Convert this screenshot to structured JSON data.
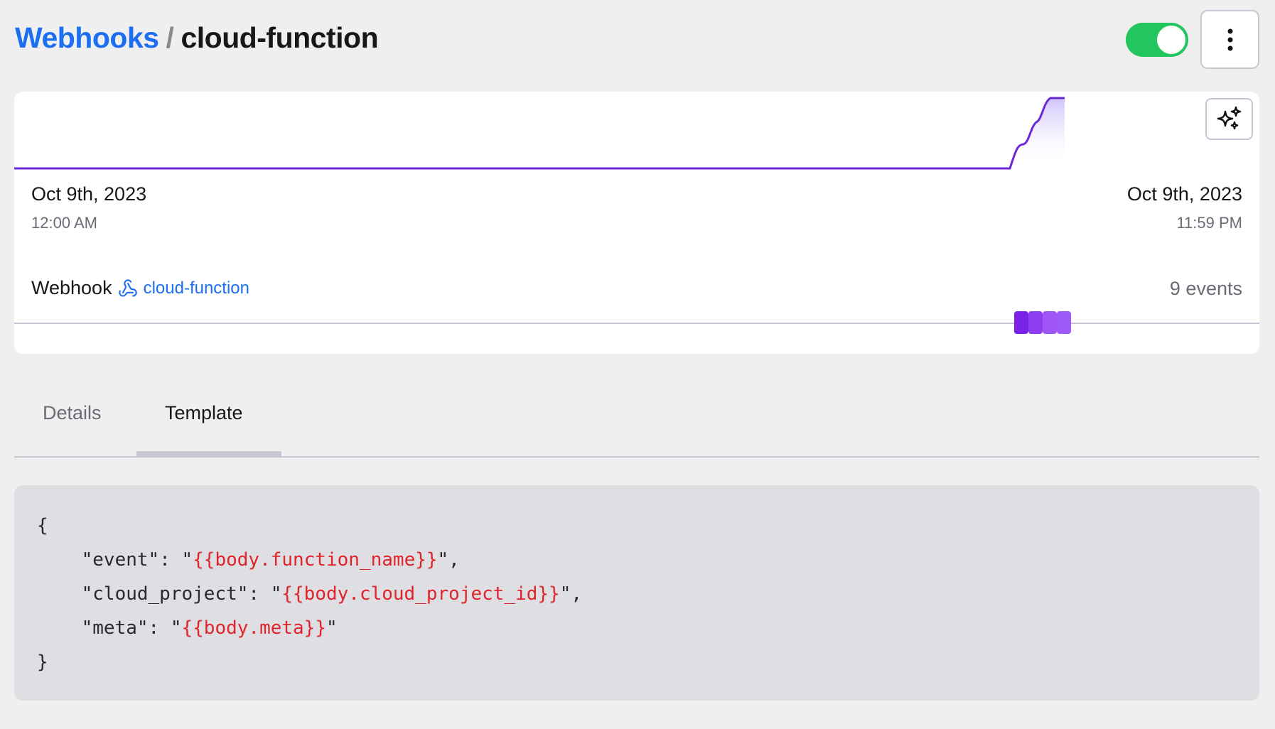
{
  "header": {
    "breadcrumb_parent": "Webhooks",
    "separator": "/",
    "title": "cloud-function",
    "enabled": true
  },
  "timeline": {
    "start_date": "Oct 9th, 2023",
    "start_time": "12:00 AM",
    "end_date": "Oct 9th, 2023",
    "end_time": "11:59 PM",
    "source_label": "Webhook",
    "source_name": "cloud-function",
    "event_count": "9 events",
    "accent": "#6d28d9"
  },
  "tabs": [
    {
      "label": "Details",
      "active": false
    },
    {
      "label": "Template",
      "active": true
    }
  ],
  "template": {
    "open": "{",
    "lines": [
      {
        "key": "    \"event\": \"",
        "value": "{{body.function_name}}",
        "tail": "\","
      },
      {
        "key": "    \"cloud_project\": \"",
        "value": "{{body.cloud_project_id}}",
        "tail": "\","
      },
      {
        "key": "    \"meta\": \"",
        "value": "{{body.meta}}",
        "tail": "\""
      }
    ],
    "close": "}"
  }
}
